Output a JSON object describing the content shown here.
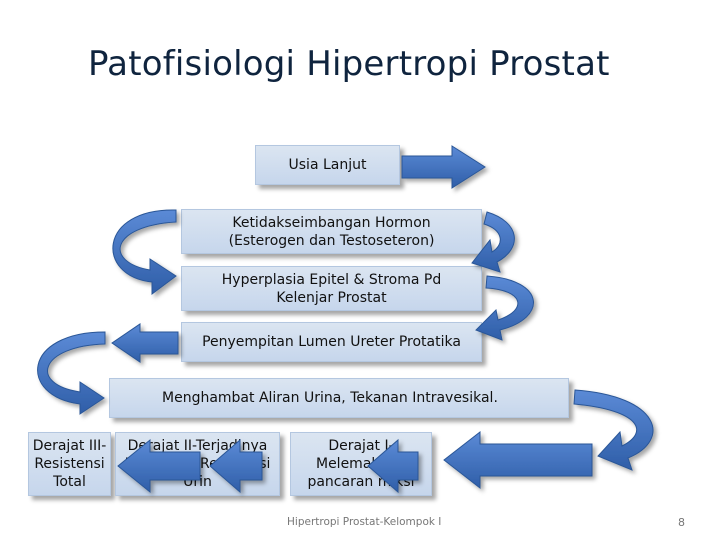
{
  "slide": {
    "title": "Patofisiologi Hipertropi Prostat",
    "footer": "Hipertropi Prostat-Kelompok I",
    "page_number": "8"
  },
  "diagram": {
    "boxes": {
      "usia": "Usia Lanjut",
      "hormon": "Ketidakseimbangan  Hormon\n(Esterogen dan Testoseteron)",
      "hyperplasia": "Hyperplasia Epitel & Stroma Pd\nKelenjar Prostat",
      "penyempitan": "Penyempitan Lumen Ureter Protatika",
      "menghambat": "Menghambat Aliran Urina, Tekanan Intravesikal.",
      "derajat3": "Derajat III-\nResistensi\nTotal",
      "derajat2": "Derajat II-Terjadinya\nResistensi-Resistensi\nUrin",
      "derajat1": "Derajat I-\nMelemahnya\npancaran miksi"
    },
    "colors": {
      "box_fill": "#dbe5f1",
      "arrow_fill": "#3f6fb8",
      "title": "#0f243e"
    }
  }
}
